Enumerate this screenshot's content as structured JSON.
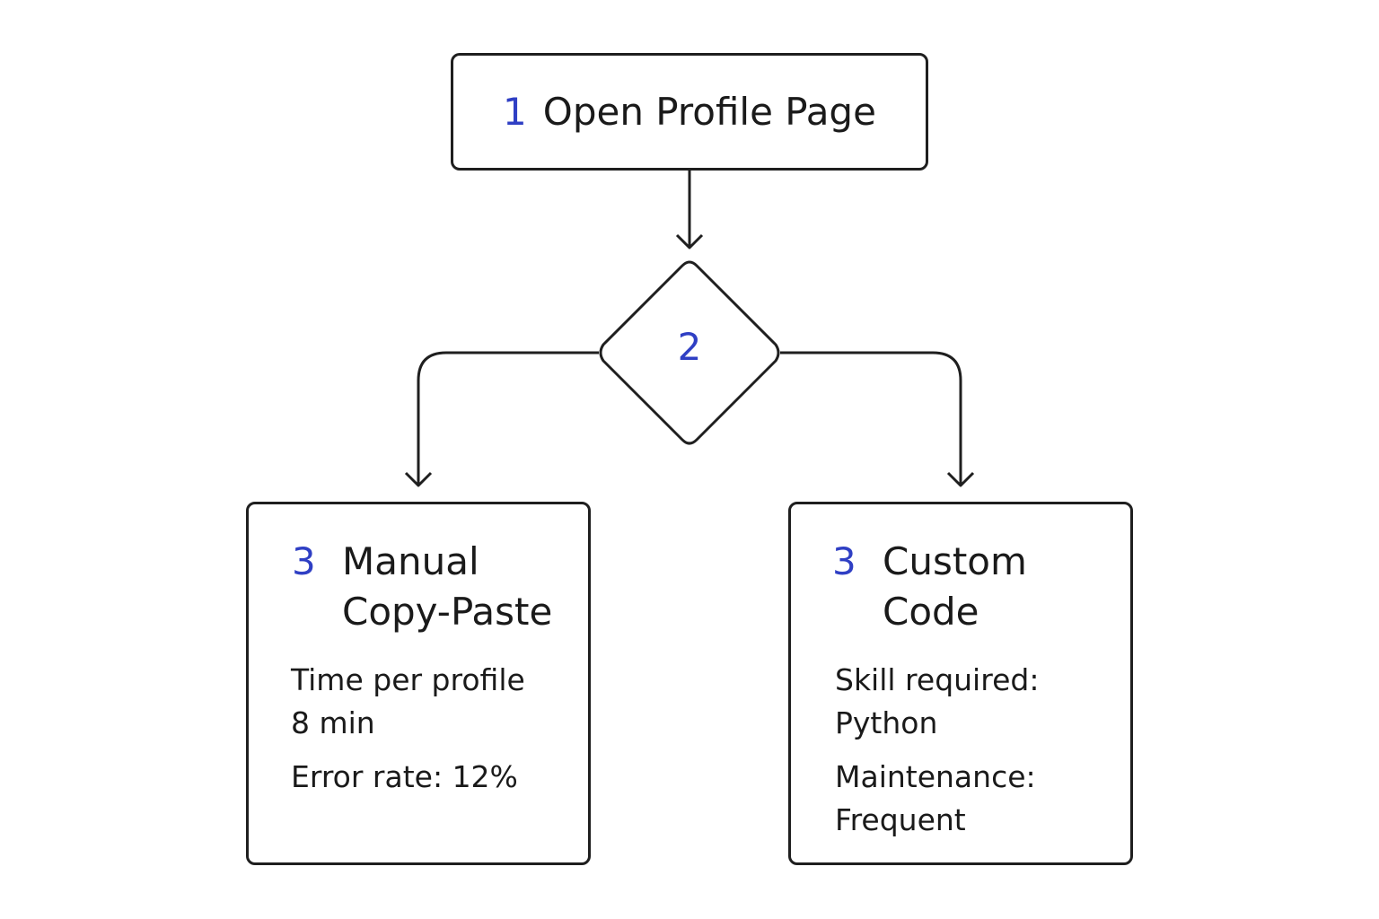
{
  "diagram": {
    "start": {
      "number": "1",
      "title": "Open Profile Page"
    },
    "decision": {
      "number": "2"
    },
    "options": [
      {
        "number": "3",
        "title_lines": [
          "Manual",
          "Copy-Paste"
        ],
        "detail_lines": [
          "Time per profile",
          "8 min"
        ],
        "detail_lines_2": [
          "Error rate: 12%"
        ]
      },
      {
        "number": "3",
        "title_lines": [
          "Custom",
          "Code"
        ],
        "detail_lines": [
          "Skill required:",
          "Python"
        ],
        "detail_lines_2": [
          "Maintenance:",
          "Frequent"
        ]
      }
    ]
  },
  "colors": {
    "accent": "#2f3fc4",
    "stroke": "#1f1f1f",
    "background": "#ffffff"
  }
}
